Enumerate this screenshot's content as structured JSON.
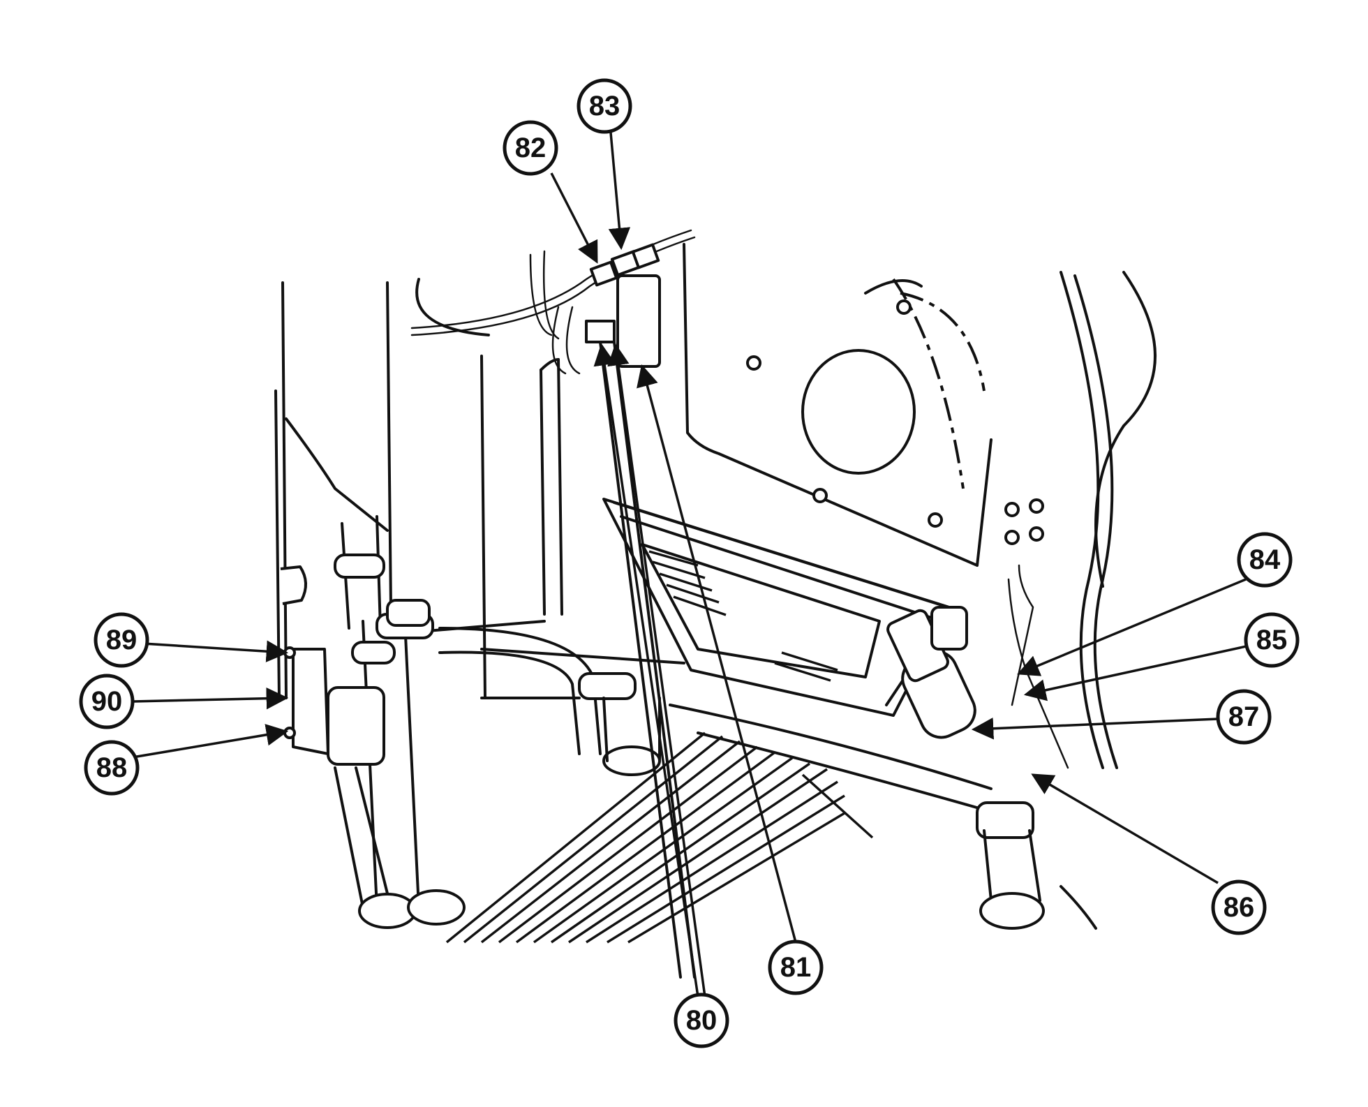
{
  "callouts": [
    {
      "id": "80",
      "label": "80"
    },
    {
      "id": "81",
      "label": "81"
    },
    {
      "id": "82",
      "label": "82"
    },
    {
      "id": "83",
      "label": "83"
    },
    {
      "id": "84",
      "label": "84"
    },
    {
      "id": "85",
      "label": "85"
    },
    {
      "id": "86",
      "label": "86"
    },
    {
      "id": "87",
      "label": "87"
    },
    {
      "id": "88",
      "label": "88"
    },
    {
      "id": "89",
      "label": "89"
    },
    {
      "id": "90",
      "label": "90"
    }
  ],
  "colors": {
    "ink": "#111111",
    "paper": "#ffffff"
  }
}
